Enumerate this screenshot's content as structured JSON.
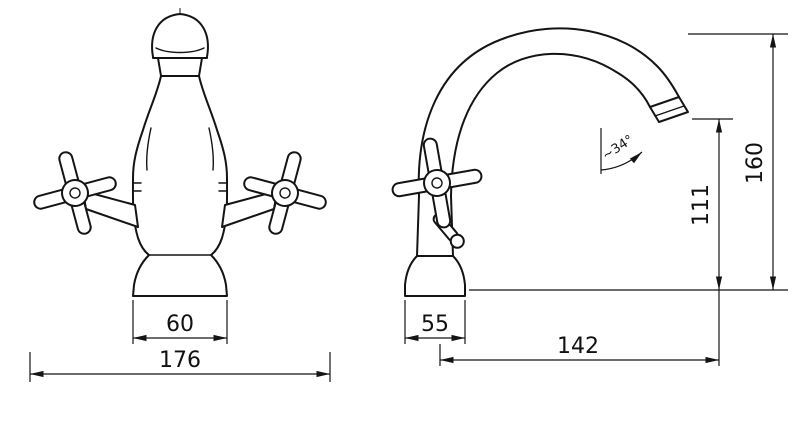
{
  "colors": {
    "line": "#141414",
    "background": "#ffffff"
  },
  "front_view": {
    "dim_base_width": "60",
    "dim_overall_width": "176"
  },
  "side_view": {
    "dim_base_depth": "55",
    "dim_spout_reach": "142",
    "dim_outlet_height": "111",
    "dim_overall_height": "160",
    "spout_angle_label": "~34°"
  }
}
